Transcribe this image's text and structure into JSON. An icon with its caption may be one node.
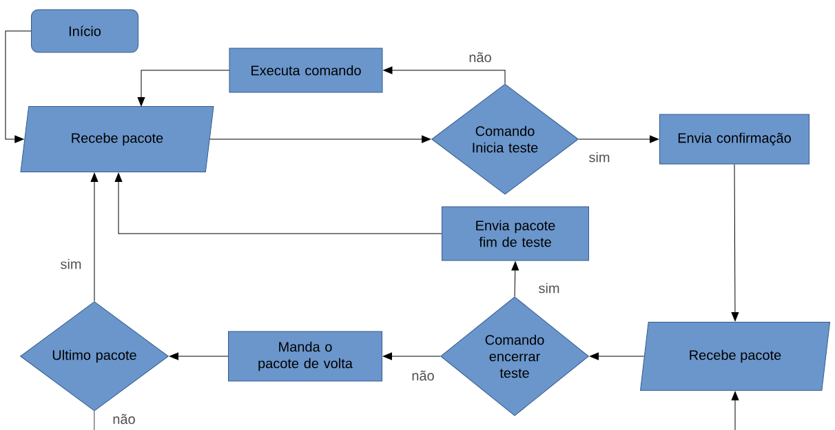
{
  "diagram": {
    "nodes": [
      {
        "text": [
          "Início"
        ]
      },
      {
        "text": [
          "Executa comando"
        ]
      },
      {
        "text": [
          "Recebe pacote"
        ]
      },
      {
        "text": [
          "Comando Inicia teste"
        ]
      },
      {
        "text": [
          "Envia confirmação"
        ]
      },
      {
        "text": [
          "Envia pacote fim de teste"
        ]
      },
      {
        "text": [
          "Ultimo pacote"
        ]
      },
      {
        "text": [
          "Manda o pacote de volta"
        ]
      },
      {
        "text": [
          "Comando encerrar teste"
        ]
      },
      {
        "text": [
          "Recebe pacote"
        ]
      }
    ],
    "edges": [
      {
        "from": 0,
        "to": 2,
        "arrow": "to"
      },
      {
        "from": 1,
        "to": 2,
        "arrow": "to"
      },
      {
        "from": 2,
        "to": 3,
        "arrow": "to"
      },
      {
        "from": 3,
        "to": 1,
        "arrow": "to",
        "label": "não"
      },
      {
        "from": 3,
        "to": 4,
        "arrow": "to",
        "label": "sim"
      },
      {
        "from": 4,
        "to": 9,
        "arrow": "to"
      },
      {
        "from": 8,
        "to": 5,
        "arrow": "to",
        "label": "sim"
      },
      {
        "from": 5,
        "to": 2,
        "arrow": "to"
      },
      {
        "from": 9,
        "to": 8,
        "arrow": "to"
      },
      {
        "from": 8,
        "to": 7,
        "arrow": "to",
        "label": "não"
      },
      {
        "from": 7,
        "to": 6,
        "arrow": "to"
      },
      {
        "from": 6,
        "to": 2,
        "arrow": "to",
        "label": "sim"
      },
      {
        "from": 6,
        "to": null,
        "arrow": "none",
        "label": "não"
      },
      {
        "from": null,
        "to": 9,
        "arrow": "to"
      }
    ]
  }
}
